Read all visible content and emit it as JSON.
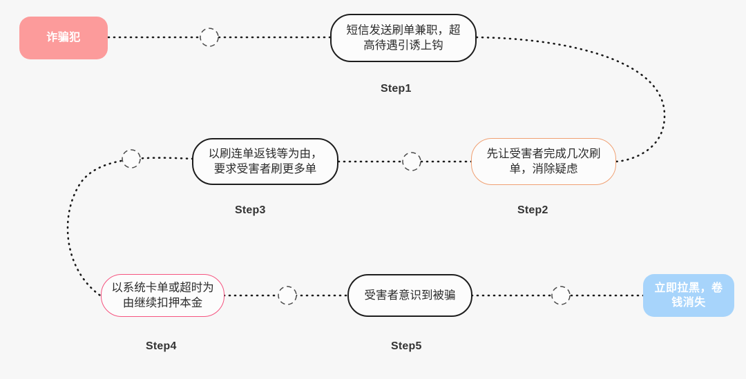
{
  "page": {
    "title": "刷单诈骗流程图",
    "background": "#f7f7f7"
  },
  "colors": {
    "start_fill": "#fc9b9b",
    "end_fill": "#a7d4fb",
    "node_dark_border": "#1d1d1d",
    "node_orange_border": "#f0a072",
    "node_pink_border": "#f5537f",
    "connector": "#1a1a1a",
    "step_label": "#333333"
  },
  "nodes": {
    "start": {
      "label": "诈骗犯",
      "kind": "terminal",
      "color": "#fc9b9b"
    },
    "step1": {
      "label": "短信发送刷单兼职，超\n高待遇引诱上钩",
      "kind": "process",
      "border": "dark"
    },
    "step2": {
      "label": "先让受害者完成几次刷\n单，消除疑虑",
      "kind": "process",
      "border": "orange"
    },
    "step3": {
      "label": "以刷连单返钱等为由，\n要求受害者刷更多单",
      "kind": "process",
      "border": "dark"
    },
    "step4": {
      "label": "以系统卡单或超时为\n由继续扣押本金",
      "kind": "process",
      "border": "pink"
    },
    "step5": {
      "label": "受害者意识到被骗",
      "kind": "process",
      "border": "dark"
    },
    "end": {
      "label": "立即拉黑，卷\n钱消失",
      "kind": "terminal",
      "color": "#a7d4fb"
    }
  },
  "step_labels": [
    {
      "name": "step1",
      "text": "Step1"
    },
    {
      "name": "step2",
      "text": "Step2"
    },
    {
      "name": "step3",
      "text": "Step3"
    },
    {
      "name": "step4",
      "text": "Step4"
    },
    {
      "name": "step5",
      "text": "Step5"
    }
  ],
  "connectors": {
    "icon": "dashed-circle-joint-icon",
    "count": 5,
    "style": "dotted"
  },
  "flow_order": [
    "start",
    "step1",
    "step2",
    "step3",
    "step4",
    "step5",
    "end"
  ]
}
